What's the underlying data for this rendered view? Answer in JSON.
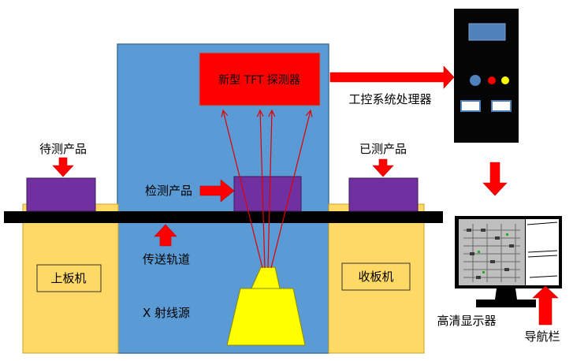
{
  "labels": {
    "detector": "新型 TFT 探测器",
    "ipc_processor": "工控系统处理器",
    "product_pending": "待测产品",
    "product_tested": "已测产品",
    "product_inspecting": "检测产品",
    "conveyor": "传送轨道",
    "loader": "上板机",
    "unloader": "收板机",
    "xray_source": "X 射线源",
    "hd_monitor": "高清显示器",
    "nav_bar": "导航栏"
  },
  "colors": {
    "chamber_blue": "#5B9BD5",
    "machine_yellow": "#FFD966",
    "detector_red": "#FF0000",
    "product_purple": "#7030A0",
    "source_yellow": "#FFFF00",
    "rail_black": "#000000",
    "arrow_red": "#FF0000"
  }
}
